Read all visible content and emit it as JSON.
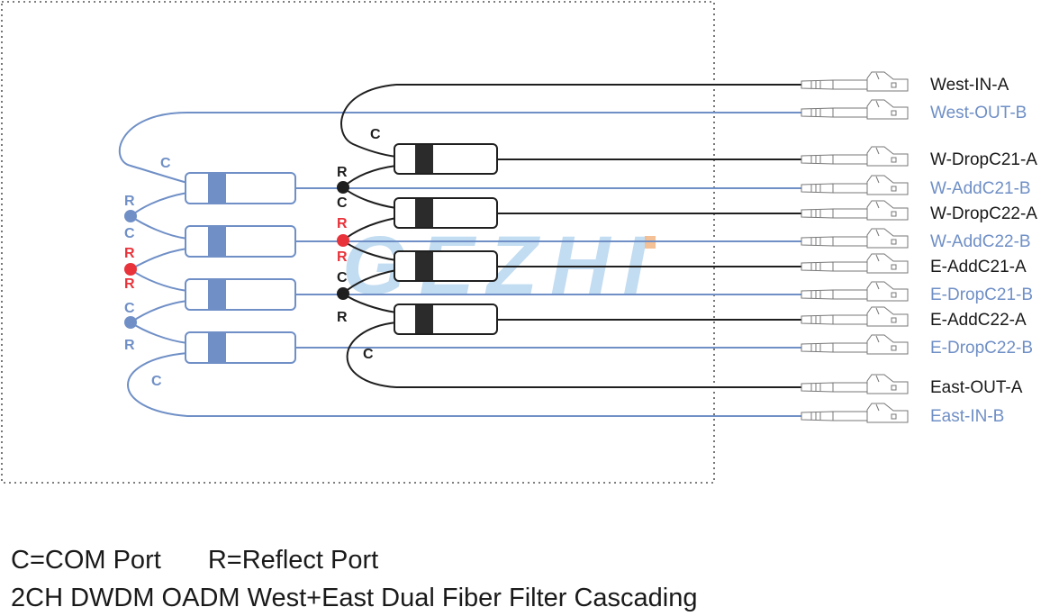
{
  "colors": {
    "black_fiber": "#1f1f1f",
    "blue_fiber": "#6f8fc6",
    "red_node": "#e8333a",
    "watermark": "#b7d6ee",
    "border": "#555555"
  },
  "watermark": {
    "text": "GEZHI",
    "icon": "gezhi-logo-watermark"
  },
  "ports": [
    {
      "label": "West-IN-A",
      "color": "black"
    },
    {
      "label": "West-OUT-B",
      "color": "blue"
    },
    {
      "label": "W-DropC21-A",
      "color": "black"
    },
    {
      "label": "W-AddC21-B",
      "color": "blue"
    },
    {
      "label": "W-DropC22-A",
      "color": "black"
    },
    {
      "label": "W-AddC22-B",
      "color": "blue"
    },
    {
      "label": "E-AddC21-A",
      "color": "black"
    },
    {
      "label": "E-DropC21-B",
      "color": "blue"
    },
    {
      "label": "E-AddC22-A",
      "color": "black"
    },
    {
      "label": "E-DropC22-B",
      "color": "blue"
    },
    {
      "label": "East-OUT-A",
      "color": "black"
    },
    {
      "label": "East-IN-B",
      "color": "blue"
    }
  ],
  "port_letters": {
    "com": "C",
    "reflect": "R"
  },
  "legend": {
    "com": "C=COM Port",
    "reflect": "R=Reflect Port"
  },
  "title": "2CH DWDM OADM West+East Dual Fiber Filter Cascading"
}
